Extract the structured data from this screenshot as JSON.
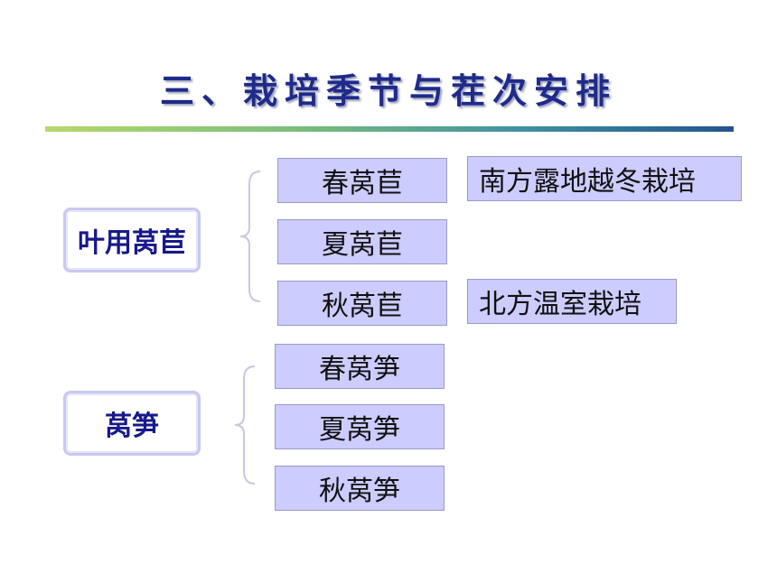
{
  "title": "三、栽培季节与茬次安排",
  "categories": [
    {
      "label": "叶用莴苣",
      "items": [
        "春莴苣",
        "夏莴苣",
        "秋莴苣"
      ]
    },
    {
      "label": "莴笋",
      "items": [
        "春莴笋",
        "夏莴笋",
        "秋莴笋"
      ]
    }
  ],
  "notes": [
    "南方露地越冬栽培",
    "北方温室栽培"
  ],
  "colors": {
    "title": "#1f2a8a",
    "box_fill": "#ccccff",
    "box_border": "#9a9acb",
    "category_text": "#17198a",
    "category_border": "#c8c8f0",
    "brace": "#c8c8de"
  }
}
